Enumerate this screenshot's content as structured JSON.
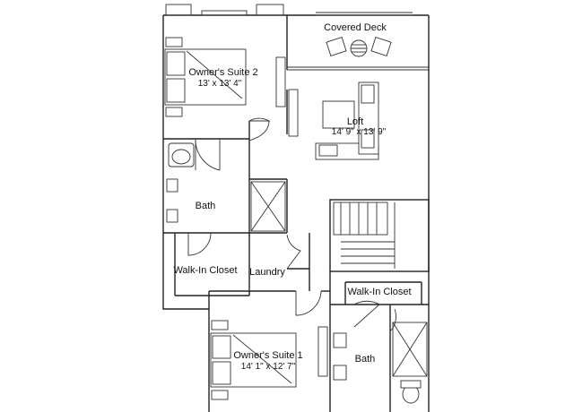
{
  "plan": {
    "rooms": {
      "covered_deck": "Covered Deck",
      "owners_suite_2": "Owner's Suite 2",
      "owners_suite_2_dim": "13' x 13' 4\"",
      "loft": "Loft",
      "loft_dim": "14' 9\" x 13' 9\"",
      "bath_upper": "Bath",
      "walk_in_closet_left": "Walk-In Closet",
      "laundry": "Laundry",
      "walk_in_closet_right": "Walk-In Closet",
      "owners_suite_1": "Owner's Suite 1",
      "owners_suite_1_dim": "14' 1\" x 12' 7\"",
      "bath_lower": "Bath"
    },
    "colors": {
      "wall": "#222222",
      "fixture": "#333333",
      "background": "#ffffff"
    }
  }
}
